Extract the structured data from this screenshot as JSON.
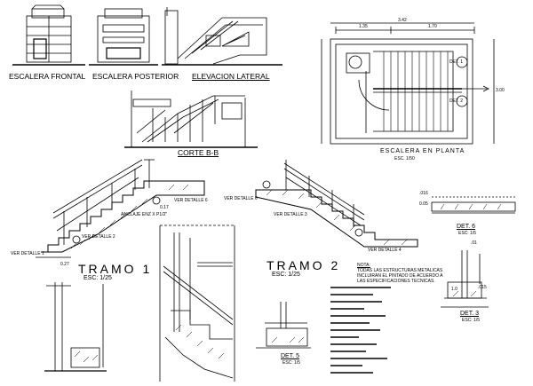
{
  "views": {
    "front": "ESCALERA FRONTAL",
    "back": "ESCALERA POSTERIOR",
    "side": "ELEVACION LATERAL",
    "section": "CORTE B-B",
    "plan": "ESCALERA EN PLANTA",
    "plan_scale": "ESC. 1/50"
  },
  "tramo1": {
    "title": "TRAMO 1",
    "scale": "ESC: 1/25"
  },
  "tramo2": {
    "title": "TRAMO 2",
    "scale": "ESC: 1/25"
  },
  "callouts": {
    "ver_detalle_1": "VER DETALLE 1",
    "ver_detalle_2": "VER DETALLE 2",
    "ver_detalle_3": "VER DETALLE 3",
    "ver_detalle_4": "VER DETALLE 4",
    "anclaje": "ANCLAJE ENZ X P1/2\"",
    "ver_detalle_6": "VER DETALLE 6"
  },
  "details": {
    "det3": "DET. 3",
    "det3_scale": "ESC: 1/5",
    "det5": "DET. 5",
    "det5_scale": "ESC: 1/5",
    "det6": "DET. 6",
    "det6_scale": "ESC: 1/5",
    "det1": "DET. 1",
    "det2": "DET. 2"
  },
  "notes": {
    "title": "NOTA:",
    "line1": "TODAS LAS ESTRUCTURAS METALICAS",
    "line2": "INCLUIRAN EL PINTADO DE ACUERDO A",
    "line3": "LAS ESPECIFICACIONES TECNICAS."
  },
  "dims": {
    "plan_total": "3.42",
    "plan_a": "1.35",
    "plan_b": "1.70",
    "plan_side": "3.00",
    "t1_a": "0.27",
    "t1_b": "0.17",
    "d016": ".016",
    "d005": "0.05",
    "d01": ".01",
    "d015": ".015",
    "d10": "1.0"
  }
}
